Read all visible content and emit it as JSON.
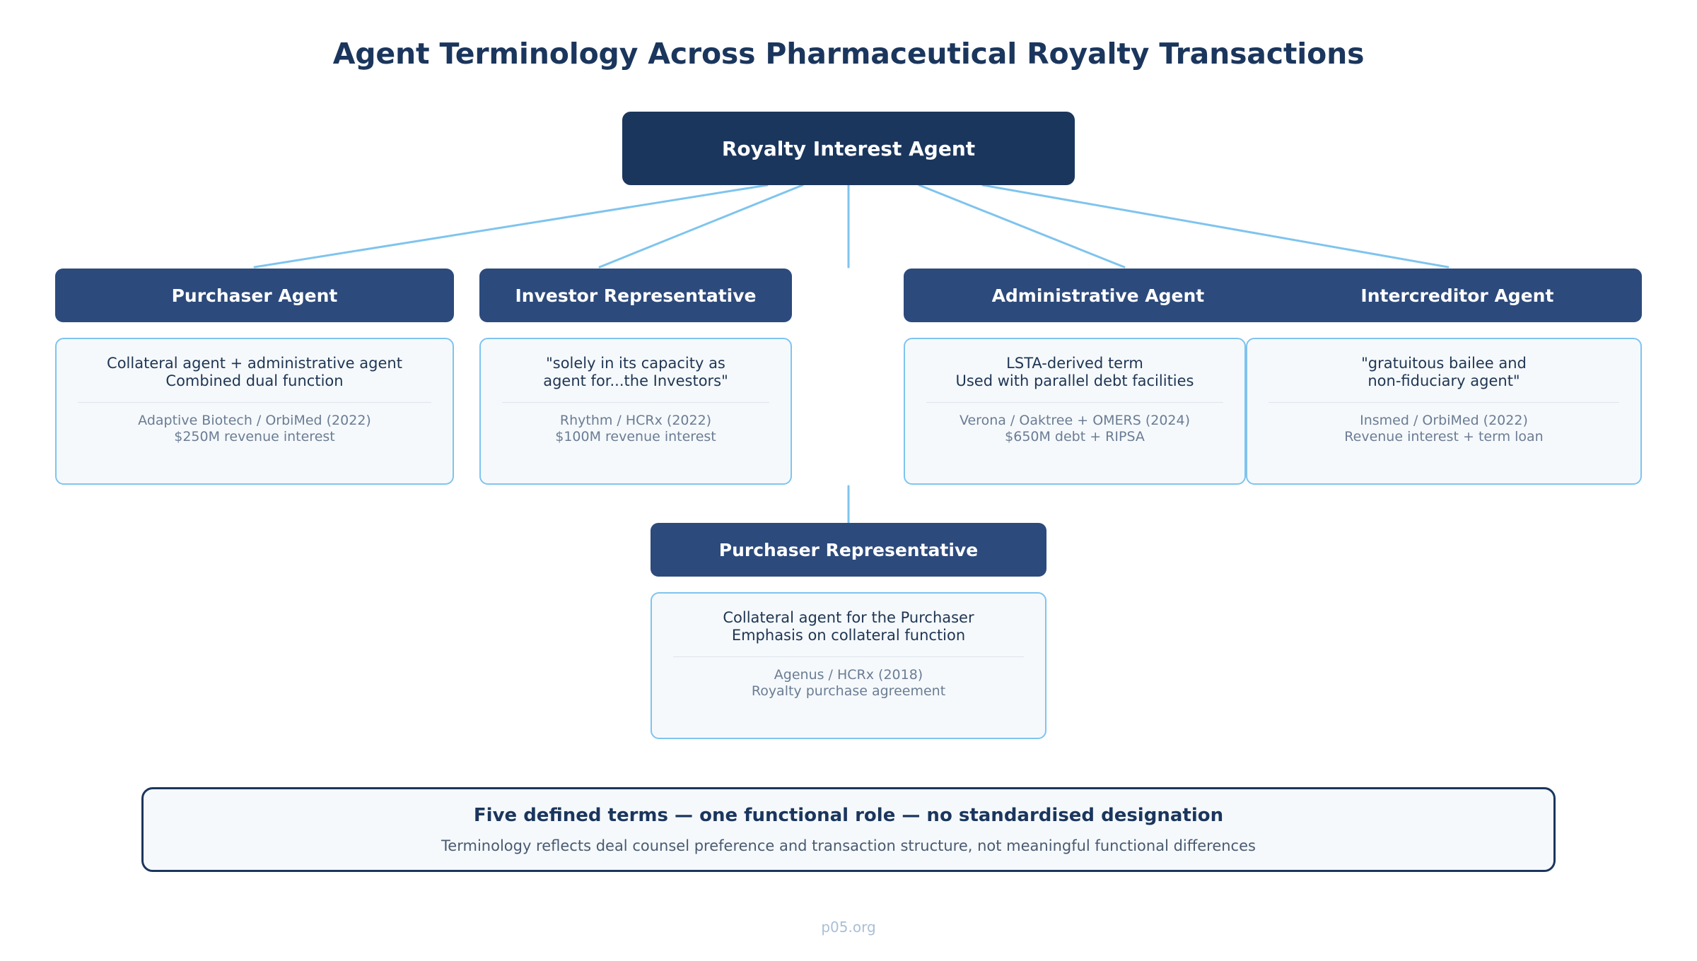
{
  "title": "Agent Terminology Across Pharmaceutical Royalty Transactions",
  "root": {
    "label": "Royalty Interest Agent"
  },
  "branches": [
    {
      "id": "purchaser-agent",
      "header": "Purchaser Agent",
      "desc_lines": [
        "Collateral agent + administrative agent",
        "Combined dual function"
      ],
      "meta_lines": [
        "Adaptive Biotech / OrbiMed (2022)",
        "$250M revenue interest"
      ]
    },
    {
      "id": "investor-representative",
      "header": "Investor Representative",
      "desc_lines": [
        "\"solely in its capacity as",
        "agent for...the Investors\""
      ],
      "meta_lines": [
        "Rhythm / HCRx (2022)",
        "$100M revenue interest"
      ]
    },
    {
      "id": "administrative-agent",
      "header": "Administrative Agent",
      "desc_lines": [
        "LSTA-derived term",
        "Used with parallel debt facilities"
      ],
      "meta_lines": [
        "Verona / Oaktree + OMERS (2024)",
        "$650M debt + RIPSA"
      ]
    },
    {
      "id": "intercreditor-agent",
      "header": "Intercreditor Agent",
      "desc_lines": [
        "\"gratuitous bailee and",
        "non-fiduciary agent\""
      ],
      "meta_lines": [
        "Insmed / OrbiMed (2022)",
        "Revenue interest + term loan"
      ]
    },
    {
      "id": "purchaser-representative",
      "header": "Purchaser Representative",
      "desc_lines": [
        "Collateral agent for the Purchaser",
        "Emphasis on collateral function"
      ],
      "meta_lines": [
        "Agenus / HCRx (2018)",
        "Royalty purchase agreement"
      ]
    }
  ],
  "summary": {
    "headline": "Five defined terms — one functional role — no standardised designation",
    "sub": "Terminology reflects deal counsel preference and transaction structure, not meaningful functional differences"
  },
  "footer": "p05.org",
  "colors": {
    "root_fill": "#1b365d",
    "branch_header_fill": "#2c4a7c",
    "card_fill": "#f5f9fc",
    "card_border": "#7fc4ee",
    "connector": "#7fc4ee",
    "title_text": "#1b365d",
    "meta_text": "#6b7c93",
    "footer_text": "#a9bfd6"
  }
}
